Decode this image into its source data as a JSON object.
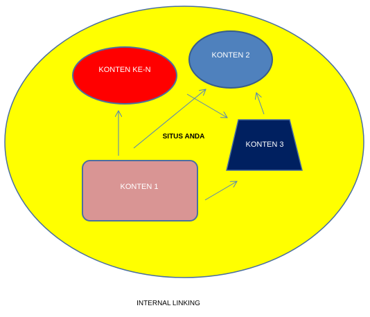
{
  "diagram": {
    "center_label": "SITUS ANDA",
    "nodes": {
      "konten_ke_n": "KONTEN KE-N",
      "konten_2": "KONTEN 2",
      "konten_3": "KONTEN 3",
      "konten_1": "KONTEN 1"
    },
    "caption": "INTERNAL LINKING"
  },
  "colors": {
    "site_fill": "#ffff00",
    "site_stroke": "#4a6fa0",
    "konten_ke_n_fill": "#ff0000",
    "konten_2_fill": "#4f81bd",
    "konten_3_fill": "#002060",
    "konten_1_fill": "#d99594",
    "arrow": "#4f81bd"
  }
}
